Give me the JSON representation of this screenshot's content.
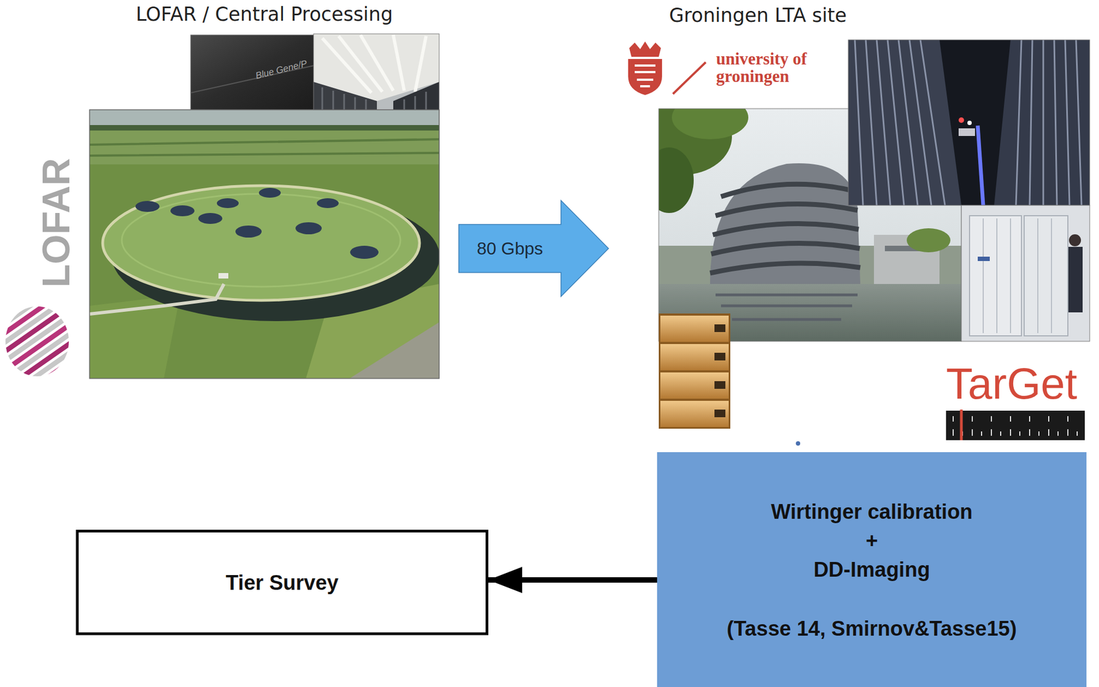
{
  "diagram": {
    "nodes": [
      {
        "text": [
          "LOFAR / Central Processing"
        ]
      },
      {
        "text": [
          "Groningen LTA site"
        ]
      },
      {
        "text": [
          "Wirtinger calibration",
          "+",
          "DD-Imaging",
          "(Tasse 14, Smirnov&Tasse15)"
        ]
      },
      {
        "text": [
          "Tier Survey"
        ]
      }
    ],
    "edges": [
      {
        "from": 0,
        "to": 1,
        "arrow": "to",
        "label": "80 Gbps"
      },
      {
        "from": 2,
        "to": 3,
        "arrow": "to"
      }
    ],
    "labels": [
      "LOFAR",
      "Blue Gene/P",
      "university of groningen",
      "TarGet"
    ]
  }
}
